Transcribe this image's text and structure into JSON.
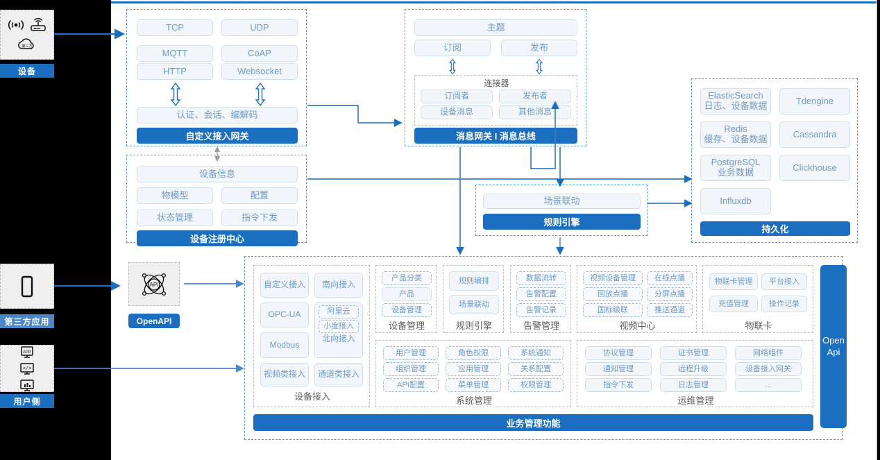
{
  "theme": {
    "accent": "#1c6fc0",
    "accent_soft": "#4a86c8",
    "pill_text": "#6f9bc7",
    "pill_bg": "#f2f6fa",
    "pill_border": "#cfe0ef",
    "dash_border": "#5b9bd5",
    "canvas_bg": "#ffffff",
    "rail_bg": "#000000"
  },
  "rail": {
    "items": [
      {
        "label": "设备",
        "icons": [
          "wifi-signal-icon",
          "router-icon",
          "cloud-icon"
        ]
      },
      {
        "label": "第三方应用",
        "icons": [
          "mobile-phone-icon"
        ]
      },
      {
        "label": "用户侧",
        "icons": [
          "app-store-icon",
          "code-screen-icon",
          "dashboard-chart-icon"
        ]
      }
    ]
  },
  "access_gateway": {
    "protocols": [
      "TCP",
      "UDP",
      "MQTT",
      "CoAP",
      "HTTP",
      "Websocket"
    ],
    "middle": "认证、会话、编解码",
    "title": "自定义接入网关"
  },
  "message_gateway": {
    "topic": "主题",
    "pubsub": [
      "订阅",
      "发布"
    ],
    "connector_label": "连接器",
    "connector_items": [
      "订阅者",
      "发布者",
      "设备消息",
      "其他消息"
    ],
    "title": "消息网关 I 消息总线"
  },
  "device_registry": {
    "header": "设备信息",
    "items": [
      "物模型",
      "配置",
      "状态管理",
      "指令下发"
    ],
    "title": "设备注册中心"
  },
  "rule_engine": {
    "item": "场景联动",
    "title": "规则引擎"
  },
  "persistence": {
    "left_items": [
      {
        "name": "ElasticSearch",
        "sub": "日志、设备数据"
      },
      {
        "name": "Redis",
        "sub": "缓存、设备数据"
      },
      {
        "name": "PostgreSQL",
        "sub": "业务数据"
      },
      {
        "name": "Influxdb",
        "sub": ""
      }
    ],
    "right_items": [
      {
        "name": "Tdengine",
        "sub": ""
      },
      {
        "name": "Cassandra",
        "sub": ""
      },
      {
        "name": "Clickhouse",
        "sub": ""
      }
    ],
    "title": "持久化"
  },
  "openapi_node": {
    "icon": "api-atom-icon",
    "label": "OpenAPI"
  },
  "open_api_bar": {
    "label": "Open\nApi",
    "line1": "Open",
    "line2": "Api"
  },
  "business": {
    "footer": "业务管理功能",
    "device_access": {
      "caption": "设备接入",
      "cells": [
        {
          "text": "自定义接入",
          "style": "solid"
        },
        {
          "text": "南向接入",
          "style": "solid"
        },
        {
          "text": "OPC-UA",
          "style": "solid"
        },
        {
          "text": "阿里云",
          "style": "dash"
        },
        {
          "text": "小度接入",
          "style": "dash"
        },
        {
          "text": "北向接入",
          "style": "plain"
        },
        {
          "text": "Modbus",
          "style": "solid"
        },
        {
          "text": "视频类接入",
          "style": "solid"
        },
        {
          "text": "通道类接入",
          "style": "solid"
        }
      ]
    },
    "groups_row1": [
      {
        "caption": "设备管理",
        "items": [
          "产品分类",
          "产品",
          "设备管理"
        ],
        "cols": 1
      },
      {
        "caption": "规则引擎",
        "items": [
          "规则编排",
          "场景联动"
        ],
        "cols": 1
      },
      {
        "caption": "告警管理",
        "items": [
          "数据流转",
          "告警配置",
          "告警记录"
        ],
        "cols": 1
      },
      {
        "caption": "视频中心",
        "items": [
          "视频设备管理",
          "在线点播",
          "回放点播",
          "分屏点播",
          "国标级联",
          "推送通道"
        ],
        "cols": 2
      },
      {
        "caption": "物联卡",
        "items": [
          "物联卡管理",
          "平台接入",
          "充值管理",
          "操作记录"
        ],
        "cols": 2
      }
    ],
    "groups_row2": [
      {
        "caption": "系统管理",
        "items": [
          "用户管理",
          "角色权限",
          "系统通知",
          "组织管理",
          "应用管理",
          "关系配置",
          "API配置",
          "菜单管理",
          "权限管理"
        ],
        "cols": 3
      },
      {
        "caption": "运维管理",
        "items": [
          "协议管理",
          "证书管理",
          "网络组件",
          "通知管理",
          "远程升级",
          "设备接入网关",
          "指令下发",
          "日志管理",
          "..."
        ],
        "cols": 3
      }
    ]
  }
}
